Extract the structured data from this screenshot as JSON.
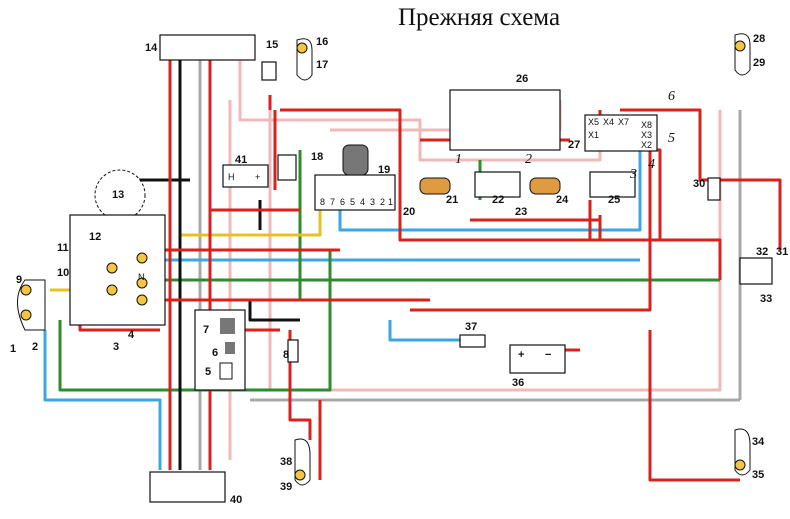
{
  "title": "Прежняя схема",
  "colors": {
    "red": "#d8201c",
    "pink": "#f2b8b8",
    "black": "#111111",
    "green": "#2e8b2e",
    "blue": "#3aa7e0",
    "yellow": "#e8c020",
    "gray": "#a8a8a8",
    "brown": "#8b5a2b"
  },
  "components": [
    "1",
    "2",
    "3",
    "4",
    "5",
    "6",
    "7",
    "8",
    "9",
    "10",
    "11",
    "12",
    "13",
    "14",
    "15",
    "16",
    "17",
    "18",
    "19",
    "20",
    "21",
    "22",
    "23",
    "24",
    "25",
    "26",
    "27",
    "28",
    "29",
    "30",
    "31",
    "32",
    "33",
    "34",
    "35",
    "36",
    "37",
    "38",
    "39",
    "40",
    "41"
  ],
  "relay_terminals": [
    "1",
    "2",
    "3",
    "4",
    "5",
    "6"
  ],
  "connector_pins": [
    "X5",
    "X4",
    "X7",
    "X1",
    "X8",
    "X3",
    "X2"
  ],
  "block19_pins": [
    "8",
    "7",
    "6",
    "5",
    "4",
    "3",
    "2",
    "1"
  ],
  "battery_signs": [
    "+",
    "−"
  ],
  "switch41_signs": [
    "Н",
    "+"
  ],
  "indicator_n": "N"
}
